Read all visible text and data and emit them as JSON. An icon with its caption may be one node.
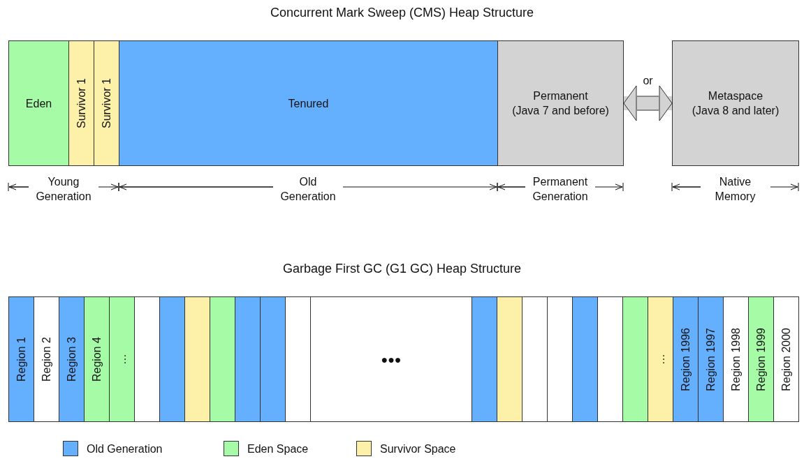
{
  "diagram": {
    "title": "Concurrent Mark Sweep (CMS) Heap Structure",
    "nodes": [
      {
        "text": [
          "Eden"
        ]
      },
      {
        "text": [
          "Survivor 1"
        ]
      },
      {
        "text": [
          "Survivor 1"
        ]
      },
      {
        "text": [
          "Tenured"
        ]
      },
      {
        "text": [
          "Permanent",
          "(Java 7 and before)"
        ]
      },
      {
        "text": [
          "Metaspace",
          "(Java 8 and later)"
        ]
      },
      {
        "text": [
          "Region 1"
        ]
      },
      {
        "text": [
          "Region 2"
        ]
      },
      {
        "text": [
          "Region 3"
        ]
      },
      {
        "text": [
          "Region 4"
        ]
      },
      {
        "text": [
          "…"
        ]
      },
      {
        "text": [],
        "shape": "bar"
      },
      {
        "text": [],
        "shape": "bar"
      },
      {
        "text": [],
        "shape": "bar"
      },
      {
        "text": [],
        "shape": "bar"
      },
      {
        "text": [],
        "shape": "bar"
      },
      {
        "text": [],
        "shape": "bar"
      },
      {
        "text": [],
        "shape": "bar"
      },
      {
        "text": [
          "●●●"
        ]
      },
      {
        "text": [],
        "shape": "bar"
      },
      {
        "text": [],
        "shape": "bar"
      },
      {
        "text": [],
        "shape": "bar"
      },
      {
        "text": [],
        "shape": "bar"
      },
      {
        "text": [],
        "shape": "bar"
      },
      {
        "text": [],
        "shape": "bar"
      },
      {
        "text": [],
        "shape": "bar"
      },
      {
        "text": [
          "…"
        ]
      },
      {
        "text": [
          "Region 1996"
        ]
      },
      {
        "text": [
          "Region 1997"
        ]
      },
      {
        "text": [
          "Region 1998"
        ]
      },
      {
        "text": [
          "Region 1999"
        ]
      },
      {
        "text": [
          "Region 2000"
        ]
      }
    ],
    "edges": [
      {
        "from": 4,
        "to": 5,
        "arrow": "both",
        "label": "or"
      }
    ],
    "labels": [
      "Young Generation",
      "Old Generation",
      "Permanent Generation",
      "Native Memory",
      "Garbage First GC (G1 GC) Heap Structure"
    ],
    "legend": [
      {
        "text": "Old Generation",
        "color": "#64b0ff"
      },
      {
        "text": "Eden Space",
        "color": "#a6fba6"
      },
      {
        "text": "Survivor Space",
        "color": "#fdf0a8"
      }
    ]
  }
}
